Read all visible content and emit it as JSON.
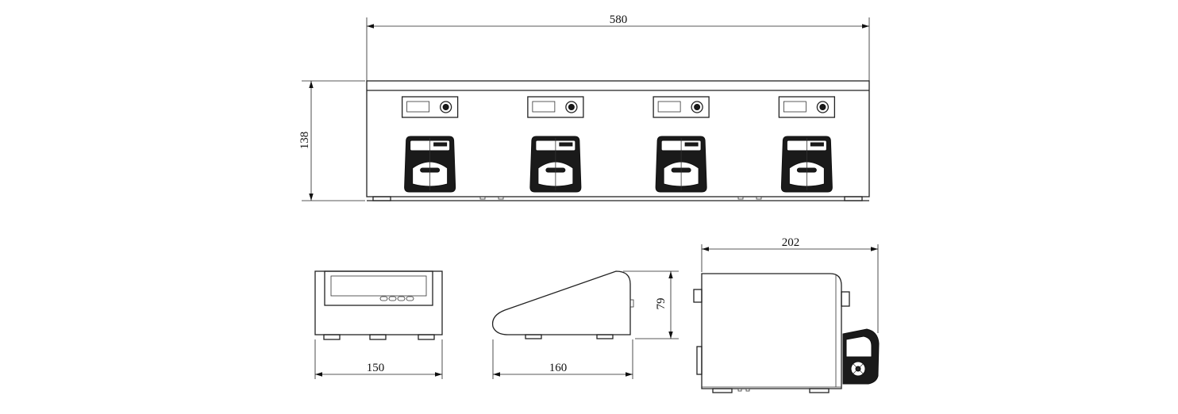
{
  "views": {
    "front": {
      "pump_count": 4,
      "width_label": "580",
      "height_label": "138"
    },
    "side_left": {
      "width_label": "150"
    },
    "side_profile": {
      "width_label": "160",
      "height_label": "79"
    },
    "side_right": {
      "width_label": "202"
    }
  }
}
